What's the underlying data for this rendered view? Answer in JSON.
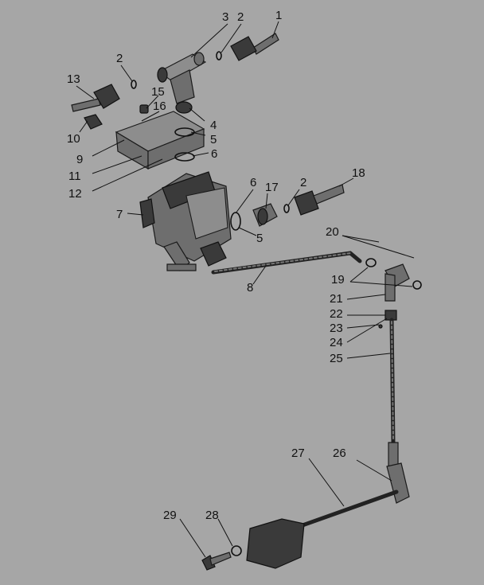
{
  "callouts": [
    "1",
    "2",
    "3",
    "2",
    "2",
    "13",
    "15",
    "16",
    "4",
    "5",
    "6",
    "10",
    "9",
    "11",
    "12",
    "6",
    "17",
    "2",
    "18",
    "7",
    "5",
    "20",
    "8",
    "19",
    "21",
    "22",
    "23",
    "24",
    "25",
    "27",
    "26",
    "29",
    "28"
  ]
}
